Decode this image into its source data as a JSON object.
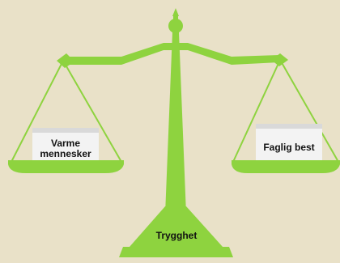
{
  "background": "#e9e1c8",
  "colors": {
    "scale_green": "#8ed33f",
    "box_fill": "#f3f3f3",
    "box_shadow": "#d9d9d9",
    "text": "#111111"
  },
  "left_pan": {
    "label_line1": "Varme",
    "label_line2": "mennesker"
  },
  "right_pan": {
    "label": "Faglig best"
  },
  "base": {
    "label": "Trygghet"
  }
}
